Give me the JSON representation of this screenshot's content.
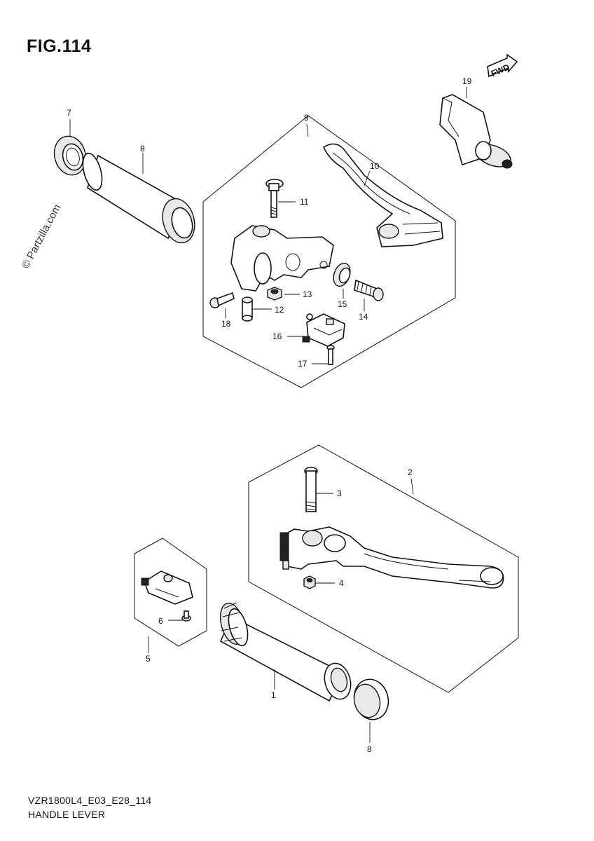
{
  "figure": {
    "title": "FIG.114"
  },
  "watermark": "© Partzilla.com",
  "fwd_label": "FWD",
  "footer": {
    "model_code": "VZR1800L4_E03_E28_114",
    "name": "HANDLE LEVER"
  },
  "callouts": [
    {
      "id": "1"
    },
    {
      "id": "2"
    },
    {
      "id": "3"
    },
    {
      "id": "4"
    },
    {
      "id": "5"
    },
    {
      "id": "6"
    },
    {
      "id": "7"
    },
    {
      "id": "8"
    },
    {
      "id": "8"
    },
    {
      "id": "9"
    },
    {
      "id": "10"
    },
    {
      "id": "11"
    },
    {
      "id": "12"
    },
    {
      "id": "13"
    },
    {
      "id": "14"
    },
    {
      "id": "15"
    },
    {
      "id": "16"
    },
    {
      "id": "17"
    },
    {
      "id": "18"
    },
    {
      "id": "19"
    }
  ]
}
